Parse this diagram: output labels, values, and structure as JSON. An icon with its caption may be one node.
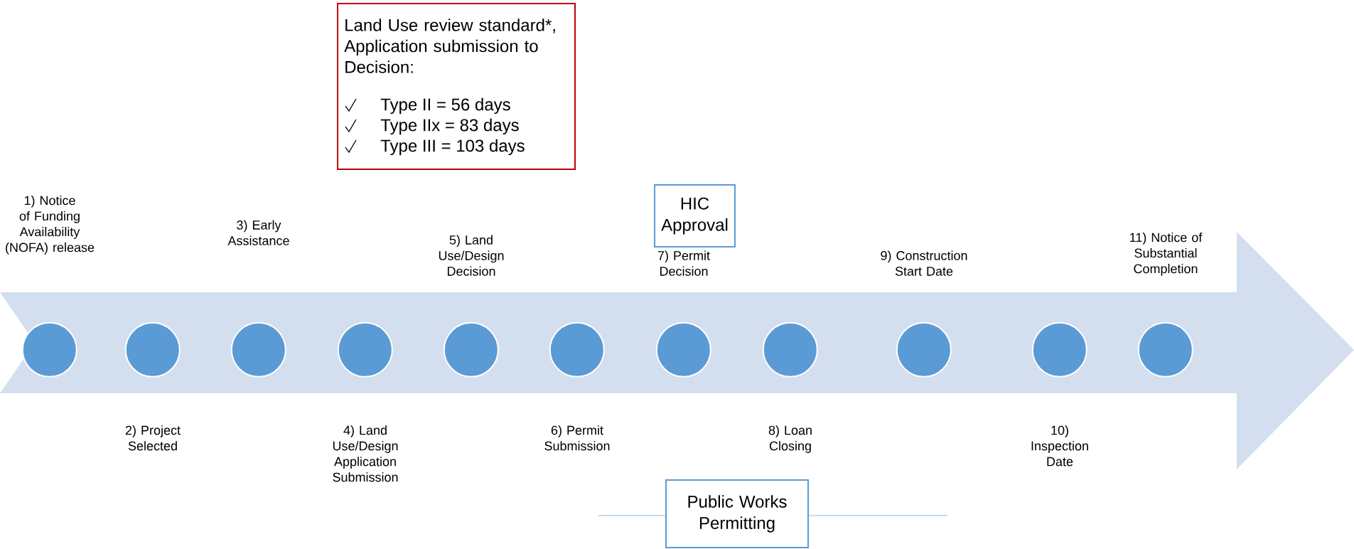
{
  "diagram": {
    "nodes": [
      {
        "text": [
          "Land Use review standard*, Application submission to Decision:",
          "Type II = 56 days",
          "Type IIx = 83 days",
          "Type III = 103 days"
        ]
      },
      {
        "text": [
          "HIC Approval"
        ]
      },
      {
        "text": [],
        "shape": "arrow"
      },
      {
        "text": [],
        "shape": "circle",
        "in": 2
      },
      {
        "text": [],
        "shape": "circle",
        "in": 2
      },
      {
        "text": [],
        "shape": "circle",
        "in": 2
      },
      {
        "text": [],
        "shape": "circle",
        "in": 2
      },
      {
        "text": [],
        "shape": "circle",
        "in": 2
      },
      {
        "text": [],
        "shape": "circle",
        "in": 2
      },
      {
        "text": [],
        "shape": "circle",
        "in": 2
      },
      {
        "text": [],
        "shape": "circle",
        "in": 2
      },
      {
        "text": [],
        "shape": "circle",
        "in": 2
      },
      {
        "text": [],
        "shape": "circle",
        "in": 2
      },
      {
        "text": [],
        "shape": "circle",
        "in": 2
      },
      {
        "text": [
          "Public Works Permitting"
        ]
      }
    ],
    "labels": [
      "1) Notice of Funding Availability (NOFA) release",
      "2) Project Selected",
      "3) Early Assistance",
      "4) Land Use/Design Application Submission",
      "5) Land Use/Design Decision",
      "6) Permit Submission",
      "7) Permit Decision",
      "8) Loan Closing",
      "9) Construction Start Date",
      "10) Inspection Date",
      "11) Notice of Substantial Completion"
    ]
  }
}
